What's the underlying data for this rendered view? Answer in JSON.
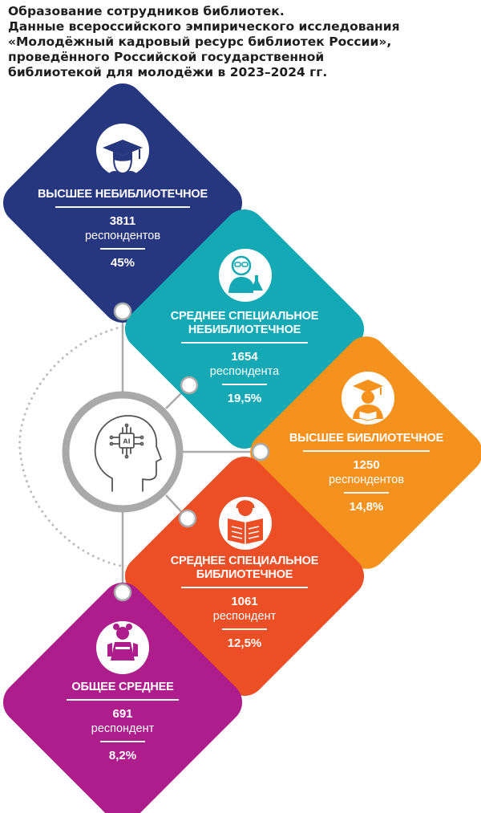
{
  "title_lines": [
    "Образование сотрудников библиотек.",
    "Данные всероссийского эмпирического исследования",
    "«Молодёжный кадровый ресурс библиотек России»,",
    "проведённого Российской государственной",
    "библиотекой для молодёжи в 2023–2024 гг."
  ],
  "center": {
    "chip_text": "AI",
    "icon": "ai-head-icon"
  },
  "colors": {
    "navy": "#26377f",
    "teal": "#14a9b5",
    "orange": "#f5921e",
    "red": "#ec4f26",
    "purple": "#ad1d8b",
    "connector": "#aaaaaa"
  },
  "chart_data": {
    "type": "table",
    "items": [
      {
        "label_lines": [
          "ВЫСШЕЕ НЕБИБЛИОТЕЧНОЕ"
        ],
        "count": "3811",
        "unit": "респондентов",
        "percent": "45%",
        "color": "#26377f",
        "icon": "graduate-cap-icon"
      },
      {
        "label_lines": [
          "СРЕДНЕЕ СПЕЦИАЛЬНОЕ",
          "НЕБИБЛИОТЕЧНОЕ"
        ],
        "count": "1654",
        "unit": "респондента",
        "percent": "19,5%",
        "color": "#14a9b5",
        "icon": "scientist-flask-icon"
      },
      {
        "label_lines": [
          "ВЫСШЕЕ БИБЛИОТЕЧНОЕ"
        ],
        "count": "1250",
        "unit": "респондентов",
        "percent": "14,8%",
        "color": "#f5921e",
        "icon": "graduate-reading-icon"
      },
      {
        "label_lines": [
          "СРЕДНЕЕ СПЕЦИАЛЬНОЕ",
          "БИБЛИОТЕЧНОЕ"
        ],
        "count": "1061",
        "unit": "респондент",
        "percent": "12,5%",
        "color": "#ec4f26",
        "icon": "reader-book-icon"
      },
      {
        "label_lines": [
          "ОБЩЕЕ СРЕДНЕЕ"
        ],
        "count": "691",
        "unit": "респондент",
        "percent": "8,2%",
        "color": "#ad1d8b",
        "icon": "schoolgirl-icon"
      }
    ]
  }
}
